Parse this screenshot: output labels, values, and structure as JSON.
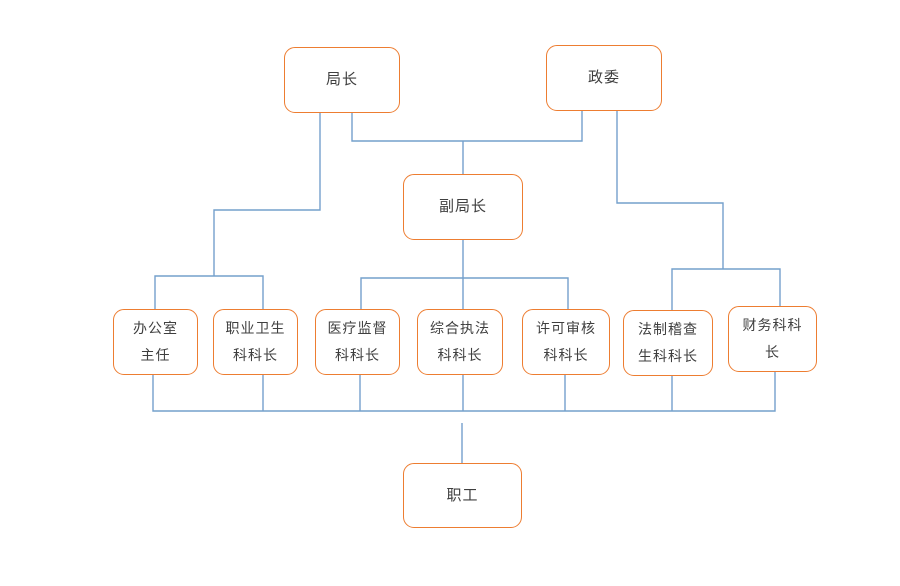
{
  "diagram": {
    "type": "org-chart",
    "nodes": [
      {
        "id": "director",
        "label": "局长"
      },
      {
        "id": "commissar",
        "label": "政委"
      },
      {
        "id": "deputy-director",
        "label": "副局长"
      },
      {
        "id": "office-director",
        "label": "办公室\n主任"
      },
      {
        "id": "occupational-health-chief",
        "label": "职业卫生\n科科长"
      },
      {
        "id": "medical-supervision-chief",
        "label": "医疗监督\n科科长"
      },
      {
        "id": "enforcement-chief",
        "label": "综合执法\n科科长"
      },
      {
        "id": "licensing-review-chief",
        "label": "许可审核\n科科长"
      },
      {
        "id": "legal-inspection-chief",
        "label": "法制稽查\n生科科长"
      },
      {
        "id": "finance-chief",
        "label": "财务科科\n长"
      },
      {
        "id": "staff",
        "label": "职工"
      }
    ],
    "edges": [
      {
        "from": "director",
        "to": "deputy-director"
      },
      {
        "from": "commissar",
        "to": "deputy-director"
      },
      {
        "from": "director",
        "to": "office-director"
      },
      {
        "from": "director",
        "to": "occupational-health-chief"
      },
      {
        "from": "deputy-director",
        "to": "medical-supervision-chief"
      },
      {
        "from": "deputy-director",
        "to": "enforcement-chief"
      },
      {
        "from": "deputy-director",
        "to": "licensing-review-chief"
      },
      {
        "from": "commissar",
        "to": "legal-inspection-chief"
      },
      {
        "from": "commissar",
        "to": "finance-chief"
      },
      {
        "from": "office-director",
        "to": "staff"
      },
      {
        "from": "occupational-health-chief",
        "to": "staff"
      },
      {
        "from": "medical-supervision-chief",
        "to": "staff"
      },
      {
        "from": "enforcement-chief",
        "to": "staff"
      },
      {
        "from": "licensing-review-chief",
        "to": "staff"
      },
      {
        "from": "legal-inspection-chief",
        "to": "staff"
      },
      {
        "from": "finance-chief",
        "to": "staff"
      }
    ]
  },
  "colors": {
    "box_border": "#ED7D31",
    "connector": "#74A0CC",
    "text": "#3F3F3F",
    "background": "#FFFFFF"
  }
}
